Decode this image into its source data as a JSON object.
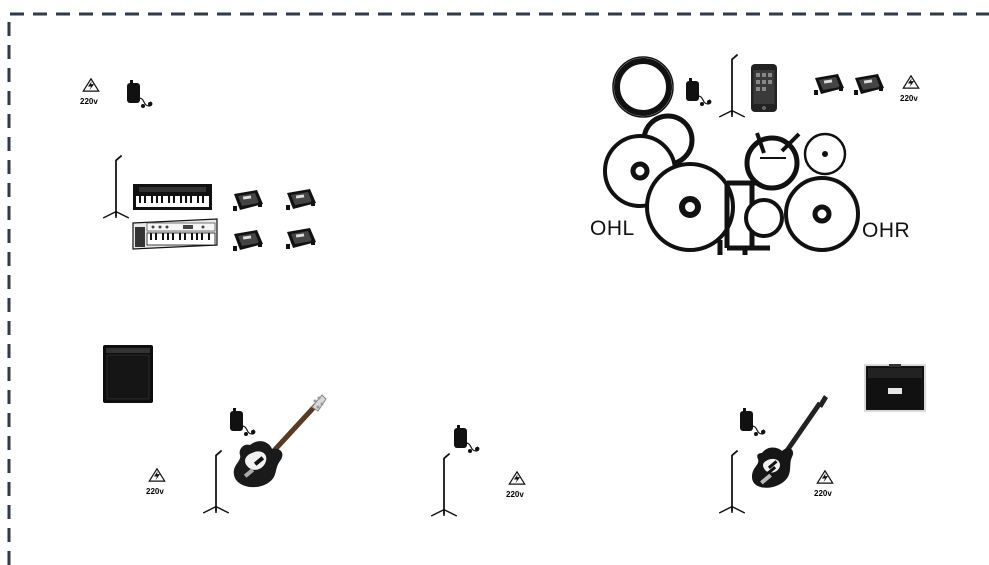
{
  "stage": {
    "border_color": "#2f3a4a",
    "accent_black": "#111111"
  },
  "drums": {
    "label_left": "OHL",
    "label_right": "OHR"
  },
  "power": {
    "voltage": "220v"
  },
  "icons": [
    "power-outlet-icon",
    "iem-pack-icon",
    "mic-stand-icon",
    "keyboard-icon",
    "synth-icon",
    "monitor-wedge-icon",
    "phone-icon",
    "bass-amp-icon",
    "guitar-amp-icon",
    "bass-guitar-icon",
    "electric-guitar-icon",
    "drum-kit-icon"
  ]
}
